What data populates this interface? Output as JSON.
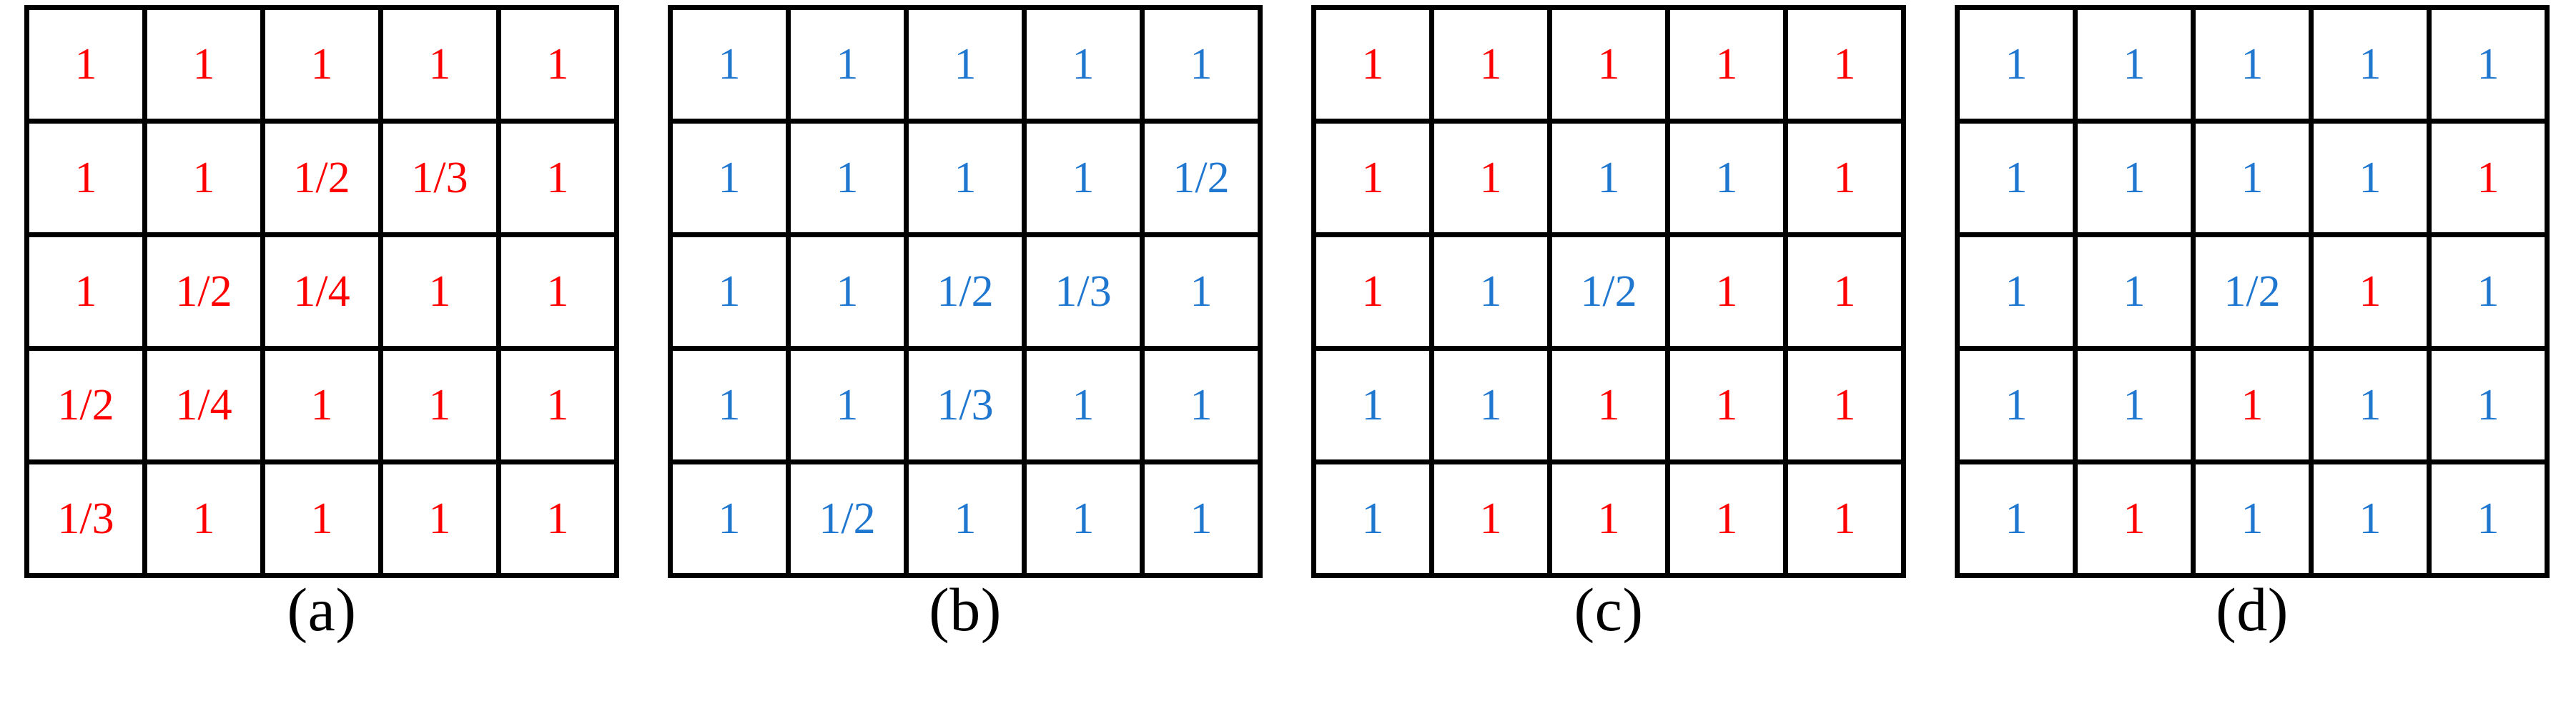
{
  "figure": {
    "type": "matrix-grid-figure",
    "panel_count": 4,
    "rows": 5,
    "cols": 5,
    "colors": {
      "red": "#ff0000",
      "blue": "#1f77d0",
      "grid_line": "#000000",
      "background": "#ffffff",
      "label": "#000000"
    }
  },
  "panels": [
    {
      "label": "(a)",
      "id": "panel-a",
      "cells": [
        [
          {
            "text": "1",
            "color": "red"
          },
          {
            "text": "1",
            "color": "red"
          },
          {
            "text": "1",
            "color": "red"
          },
          {
            "text": "1",
            "color": "red"
          },
          {
            "text": "1",
            "color": "red"
          }
        ],
        [
          {
            "text": "1",
            "color": "red"
          },
          {
            "text": "1",
            "color": "red"
          },
          {
            "text": "1/2",
            "color": "red"
          },
          {
            "text": "1/3",
            "color": "red"
          },
          {
            "text": "1",
            "color": "red"
          }
        ],
        [
          {
            "text": "1",
            "color": "red"
          },
          {
            "text": "1/2",
            "color": "red"
          },
          {
            "text": "1/4",
            "color": "red"
          },
          {
            "text": "1",
            "color": "red"
          },
          {
            "text": "1",
            "color": "red"
          }
        ],
        [
          {
            "text": "1/2",
            "color": "red"
          },
          {
            "text": "1/4",
            "color": "red"
          },
          {
            "text": "1",
            "color": "red"
          },
          {
            "text": "1",
            "color": "red"
          },
          {
            "text": "1",
            "color": "red"
          }
        ],
        [
          {
            "text": "1/3",
            "color": "red"
          },
          {
            "text": "1",
            "color": "red"
          },
          {
            "text": "1",
            "color": "red"
          },
          {
            "text": "1",
            "color": "red"
          },
          {
            "text": "1",
            "color": "red"
          }
        ]
      ]
    },
    {
      "label": "(b)",
      "id": "panel-b",
      "cells": [
        [
          {
            "text": "1",
            "color": "blue"
          },
          {
            "text": "1",
            "color": "blue"
          },
          {
            "text": "1",
            "color": "blue"
          },
          {
            "text": "1",
            "color": "blue"
          },
          {
            "text": "1",
            "color": "blue"
          }
        ],
        [
          {
            "text": "1",
            "color": "blue"
          },
          {
            "text": "1",
            "color": "blue"
          },
          {
            "text": "1",
            "color": "blue"
          },
          {
            "text": "1",
            "color": "blue"
          },
          {
            "text": "1/2",
            "color": "blue"
          }
        ],
        [
          {
            "text": "1",
            "color": "blue"
          },
          {
            "text": "1",
            "color": "blue"
          },
          {
            "text": "1/2",
            "color": "blue"
          },
          {
            "text": "1/3",
            "color": "blue"
          },
          {
            "text": "1",
            "color": "blue"
          }
        ],
        [
          {
            "text": "1",
            "color": "blue"
          },
          {
            "text": "1",
            "color": "blue"
          },
          {
            "text": "1/3",
            "color": "blue"
          },
          {
            "text": "1",
            "color": "blue"
          },
          {
            "text": "1",
            "color": "blue"
          }
        ],
        [
          {
            "text": "1",
            "color": "blue"
          },
          {
            "text": "1/2",
            "color": "blue"
          },
          {
            "text": "1",
            "color": "blue"
          },
          {
            "text": "1",
            "color": "blue"
          },
          {
            "text": "1",
            "color": "blue"
          }
        ]
      ]
    },
    {
      "label": "(c)",
      "id": "panel-c",
      "cells": [
        [
          {
            "text": "1",
            "color": "red"
          },
          {
            "text": "1",
            "color": "red"
          },
          {
            "text": "1",
            "color": "red"
          },
          {
            "text": "1",
            "color": "red"
          },
          {
            "text": "1",
            "color": "red"
          }
        ],
        [
          {
            "text": "1",
            "color": "red"
          },
          {
            "text": "1",
            "color": "red"
          },
          {
            "text": "1",
            "color": "blue"
          },
          {
            "text": "1",
            "color": "blue"
          },
          {
            "text": "1",
            "color": "red"
          }
        ],
        [
          {
            "text": "1",
            "color": "red"
          },
          {
            "text": "1",
            "color": "blue"
          },
          {
            "text": "1/2",
            "color": "blue"
          },
          {
            "text": "1",
            "color": "red"
          },
          {
            "text": "1",
            "color": "red"
          }
        ],
        [
          {
            "text": "1",
            "color": "blue"
          },
          {
            "text": "1",
            "color": "blue"
          },
          {
            "text": "1",
            "color": "red"
          },
          {
            "text": "1",
            "color": "red"
          },
          {
            "text": "1",
            "color": "red"
          }
        ],
        [
          {
            "text": "1",
            "color": "blue"
          },
          {
            "text": "1",
            "color": "red"
          },
          {
            "text": "1",
            "color": "red"
          },
          {
            "text": "1",
            "color": "red"
          },
          {
            "text": "1",
            "color": "red"
          }
        ]
      ]
    },
    {
      "label": "(d)",
      "id": "panel-d",
      "cells": [
        [
          {
            "text": "1",
            "color": "blue"
          },
          {
            "text": "1",
            "color": "blue"
          },
          {
            "text": "1",
            "color": "blue"
          },
          {
            "text": "1",
            "color": "blue"
          },
          {
            "text": "1",
            "color": "blue"
          }
        ],
        [
          {
            "text": "1",
            "color": "blue"
          },
          {
            "text": "1",
            "color": "blue"
          },
          {
            "text": "1",
            "color": "blue"
          },
          {
            "text": "1",
            "color": "blue"
          },
          {
            "text": "1",
            "color": "red"
          }
        ],
        [
          {
            "text": "1",
            "color": "blue"
          },
          {
            "text": "1",
            "color": "blue"
          },
          {
            "text": "1/2",
            "color": "blue"
          },
          {
            "text": "1",
            "color": "red"
          },
          {
            "text": "1",
            "color": "blue"
          }
        ],
        [
          {
            "text": "1",
            "color": "blue"
          },
          {
            "text": "1",
            "color": "blue"
          },
          {
            "text": "1",
            "color": "red"
          },
          {
            "text": "1",
            "color": "blue"
          },
          {
            "text": "1",
            "color": "blue"
          }
        ],
        [
          {
            "text": "1",
            "color": "blue"
          },
          {
            "text": "1",
            "color": "red"
          },
          {
            "text": "1",
            "color": "blue"
          },
          {
            "text": "1",
            "color": "blue"
          },
          {
            "text": "1",
            "color": "blue"
          }
        ]
      ]
    }
  ]
}
